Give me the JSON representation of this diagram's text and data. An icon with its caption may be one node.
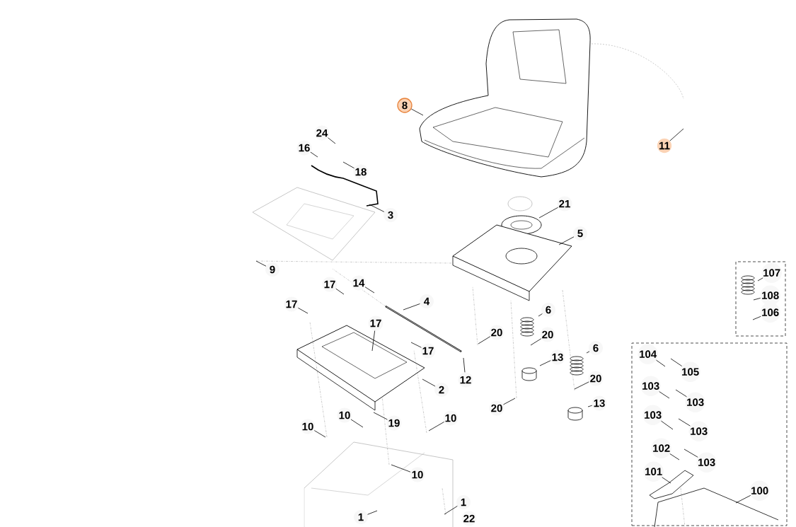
{
  "diagram": {
    "nodes": [
      {
        "text": [
          "8"
        ]
      },
      {
        "text": [
          "24"
        ]
      },
      {
        "text": [
          "11"
        ]
      },
      {
        "text": [
          "16"
        ]
      },
      {
        "text": [
          "18"
        ]
      },
      {
        "text": [
          "21"
        ]
      },
      {
        "text": [
          "3"
        ]
      },
      {
        "text": [
          "5"
        ]
      },
      {
        "text": [
          "9"
        ]
      },
      {
        "text": [],
        "shape": "box"
      },
      {
        "text": [
          "107"
        ],
        "in": 9
      },
      {
        "text": [
          "17"
        ]
      },
      {
        "text": [
          "14"
        ]
      },
      {
        "text": [
          "108"
        ],
        "in": 9
      },
      {
        "text": [
          "17"
        ]
      },
      {
        "text": [
          "4"
        ]
      },
      {
        "text": [
          "6"
        ]
      },
      {
        "text": [
          "106"
        ],
        "in": 9
      },
      {
        "text": [
          "17"
        ]
      },
      {
        "text": [
          "20"
        ]
      },
      {
        "text": [
          "20"
        ]
      },
      {
        "text": [],
        "shape": "box"
      },
      {
        "text": [
          "6"
        ]
      },
      {
        "text": [
          "17"
        ]
      },
      {
        "text": [
          "104"
        ],
        "in": 21
      },
      {
        "text": [
          "13"
        ]
      },
      {
        "text": [
          "105"
        ],
        "in": 21
      },
      {
        "text": [
          "12"
        ]
      },
      {
        "text": [
          "20"
        ]
      },
      {
        "text": [
          "103"
        ],
        "in": 21
      },
      {
        "text": [
          "2"
        ]
      },
      {
        "text": [
          "103"
        ],
        "in": 21
      },
      {
        "text": [
          "13"
        ]
      },
      {
        "text": [
          "20"
        ]
      },
      {
        "text": [
          "10"
        ]
      },
      {
        "text": [
          "103"
        ],
        "in": 21
      },
      {
        "text": [
          "10"
        ]
      },
      {
        "text": [
          "19"
        ]
      },
      {
        "text": [
          "10"
        ]
      },
      {
        "text": [
          "103"
        ],
        "in": 21
      },
      {
        "text": [
          "102"
        ],
        "in": 21
      },
      {
        "text": [
          "103"
        ],
        "in": 21
      },
      {
        "text": [
          "101"
        ],
        "in": 21
      },
      {
        "text": [
          "10"
        ]
      },
      {
        "text": [
          "100"
        ],
        "in": 21
      },
      {
        "text": [
          "1"
        ]
      },
      {
        "text": [
          "1"
        ]
      },
      {
        "text": [
          "22"
        ]
      }
    ],
    "edges": [
      {
        "from": 0,
        "to": null,
        "arrow": "none"
      },
      {
        "from": 1,
        "to": null,
        "arrow": "none"
      },
      {
        "from": 2,
        "to": null,
        "arrow": "none"
      },
      {
        "from": 3,
        "to": null,
        "arrow": "none"
      },
      {
        "from": 4,
        "to": null,
        "arrow": "none"
      },
      {
        "from": 5,
        "to": null,
        "arrow": "none"
      },
      {
        "from": 6,
        "to": null,
        "arrow": "none"
      },
      {
        "from": 7,
        "to": null,
        "arrow": "none"
      },
      {
        "from": 8,
        "to": null,
        "arrow": "none"
      },
      {
        "from": 10,
        "to": null,
        "arrow": "none"
      },
      {
        "from": 11,
        "to": null,
        "arrow": "none"
      },
      {
        "from": 12,
        "to": null,
        "arrow": "none"
      },
      {
        "from": 13,
        "to": null,
        "arrow": "none"
      },
      {
        "from": 14,
        "to": null,
        "arrow": "none"
      },
      {
        "from": 15,
        "to": null,
        "arrow": "none"
      },
      {
        "from": 16,
        "to": null,
        "arrow": "none"
      },
      {
        "from": 17,
        "to": null,
        "arrow": "none"
      },
      {
        "from": 18,
        "to": null,
        "arrow": "none"
      },
      {
        "from": 19,
        "to": null,
        "arrow": "none"
      },
      {
        "from": 20,
        "to": null,
        "arrow": "none"
      },
      {
        "from": 22,
        "to": null,
        "arrow": "none"
      },
      {
        "from": 23,
        "to": null,
        "arrow": "none"
      },
      {
        "from": 24,
        "to": null,
        "arrow": "none"
      },
      {
        "from": 25,
        "to": null,
        "arrow": "none"
      },
      {
        "from": 26,
        "to": null,
        "arrow": "none"
      },
      {
        "from": 27,
        "to": null,
        "arrow": "none"
      },
      {
        "from": 28,
        "to": null,
        "arrow": "none"
      },
      {
        "from": 29,
        "to": null,
        "arrow": "none"
      },
      {
        "from": 30,
        "to": null,
        "arrow": "none"
      },
      {
        "from": 31,
        "to": null,
        "arrow": "none"
      },
      {
        "from": 32,
        "to": null,
        "arrow": "none"
      },
      {
        "from": 33,
        "to": null,
        "arrow": "none"
      },
      {
        "from": 34,
        "to": null,
        "arrow": "none"
      },
      {
        "from": 35,
        "to": null,
        "arrow": "none"
      },
      {
        "from": 36,
        "to": null,
        "arrow": "none"
      },
      {
        "from": 37,
        "to": null,
        "arrow": "none"
      },
      {
        "from": 38,
        "to": null,
        "arrow": "none"
      },
      {
        "from": 39,
        "to": null,
        "arrow": "none"
      },
      {
        "from": 40,
        "to": null,
        "arrow": "none"
      },
      {
        "from": 41,
        "to": null,
        "arrow": "none"
      },
      {
        "from": 42,
        "to": null,
        "arrow": "none"
      },
      {
        "from": 43,
        "to": null,
        "arrow": "none"
      },
      {
        "from": 44,
        "to": null,
        "arrow": "none"
      },
      {
        "from": 45,
        "to": null,
        "arrow": "none"
      },
      {
        "from": 46,
        "to": null,
        "arrow": "none"
      }
    ]
  }
}
